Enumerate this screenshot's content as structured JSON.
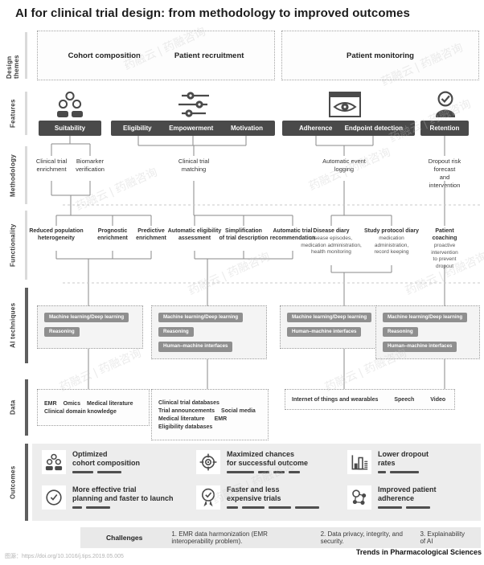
{
  "title": "AI for clinical trial design: from methodology to improved outcomes",
  "row_labels": [
    "Design themes",
    "Features",
    "Methodology",
    "Functionality",
    "AI techniques",
    "Data",
    "Outcomes"
  ],
  "themes": {
    "cohort": "Cohort composition",
    "recruitment": "Patient recruitment",
    "monitoring": "Patient monitoring"
  },
  "features": {
    "suitability": "Suitability",
    "eligibility": "Eligibility",
    "empowerment": "Empowerment",
    "motivation": "Motivation",
    "adherence": "Adherence",
    "endpoint": "Endpoint detection",
    "retention": "Retention"
  },
  "methodology": {
    "m1": "Clinical trial\nenrichment",
    "m2": "Biomarker\nverification",
    "m3": "Clinical trial\nmatching",
    "m4": "Automatic event\nlogging",
    "m5": "Dropout risk forecast\nand intervention"
  },
  "functionality": {
    "f1": "Reduced population\nheterogeneity",
    "f2": "Prognostic\nenrichment",
    "f3": "Predictive\nenrichment",
    "f4": "Automatic eligibility\nassessment",
    "f5": "Simplification\nof trial description",
    "f6": "Automatic trial\nrecommendation",
    "f7_title": "Disease diary",
    "f7_sub": "disease episodes,\nmedication administration,\nhealth monitoring",
    "f8_title": "Study protocol diary",
    "f8_sub": "medication\nadministration,\nrecord keeping",
    "f9_title": "Patient coaching",
    "f9_sub": "proactive intervention\nto prevent dropout"
  },
  "ai_techniques": {
    "ml": "Machine learning/Deep learning",
    "reasoning": "Reasoning",
    "hmi": "Human–machine interfaces"
  },
  "data_sources": {
    "emr": "EMR",
    "omics": "Omics",
    "medlit": "Medical literature",
    "cdk": "Clinical domain knowledge",
    "ctdb": "Clinical trial databases",
    "ta": "Trial announcements",
    "sm": "Social media",
    "edb": "Eligibility databases",
    "iot": "Internet of things and wearables",
    "speech": "Speech",
    "video": "Video"
  },
  "outcomes": {
    "o1": "Optimized\ncohort composition",
    "o2": "Maximized chances\nfor successful outcome",
    "o3": "Lower dropout\nrates",
    "o4": "More effective trial\nplanning and faster to launch",
    "o5": "Faster and less\nexpensive trials",
    "o6": "Improved patient\nadherence"
  },
  "challenges": {
    "label": "Challenges",
    "c1": "1. EMR  data harmonization (EMR interoperability problem).",
    "c2": "2. Data privacy, integrity, and security.",
    "c3": "3. Explainability of AI"
  },
  "footer": {
    "source": "图源：https://doi.org/10.1016/j.tips.2019.05.005",
    "journal": "Trends in Pharmacological Sciences"
  },
  "watermark": {
    "text": "药融云 | 药融咨询"
  },
  "colors": {
    "feature_bar": "#4a4a4a",
    "chip": "#8f8f8f",
    "outcome_panel": "#ededed",
    "connector": "#8a8a8a"
  }
}
